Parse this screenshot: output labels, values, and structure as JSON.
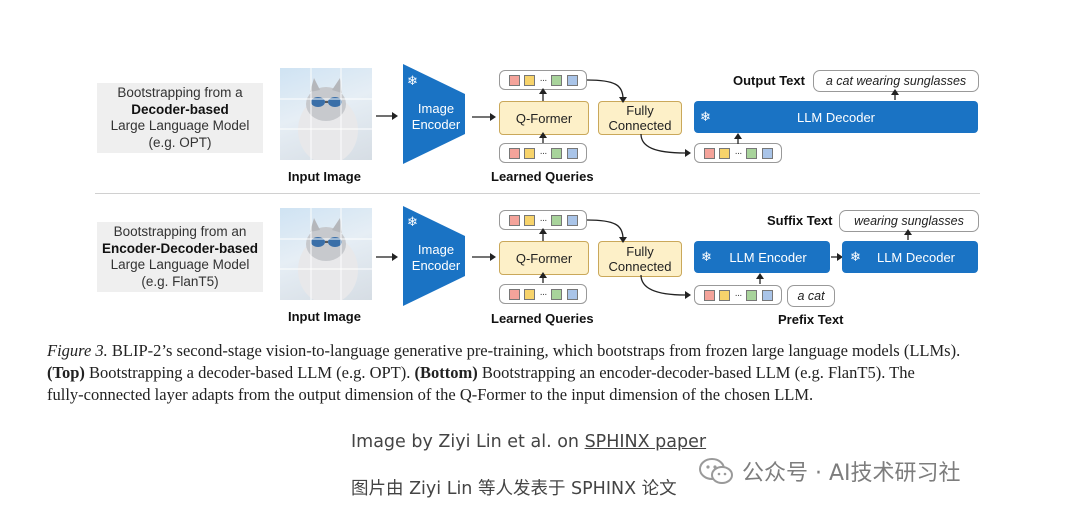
{
  "figure": {
    "top": {
      "label_lines": [
        "Bootstrapping from a",
        "Decoder-based",
        "Large Language Model",
        "(e.g. OPT)"
      ],
      "input_image_label": "Input Image",
      "image_encoder_label": [
        "Image",
        "Encoder"
      ],
      "qformer_label": "Q-Former",
      "learned_queries_label": "Learned Queries",
      "fully_connected_label": [
        "Fully",
        "Connected"
      ],
      "output_text_label": "Output Text",
      "output_text_value": "a cat wearing sunglasses",
      "llm_decoder_label": "LLM Decoder"
    },
    "bottom": {
      "label_lines": [
        "Bootstrapping from an",
        "Encoder-Decoder-based",
        "Large Language Model",
        "(e.g. FlanT5)"
      ],
      "input_image_label": "Input Image",
      "image_encoder_label": [
        "Image",
        "Encoder"
      ],
      "qformer_label": "Q-Former",
      "learned_queries_label": "Learned Queries",
      "fully_connected_label": [
        "Fully",
        "Connected"
      ],
      "suffix_text_label": "Suffix Text",
      "suffix_text_value": "wearing sunglasses",
      "llm_encoder_label": "LLM Encoder",
      "llm_decoder_label": "LLM Decoder",
      "prefix_text_label": "Prefix Text",
      "prefix_text_value": "a cat"
    },
    "token_dots": "···",
    "snowflake": "❄",
    "token_colors": [
      "#f4a39a",
      "#f7d36b",
      "#a8d39b",
      "#a9c4e8"
    ]
  },
  "caption": {
    "figure_label": "Figure 3.",
    "line1_rest": " BLIP-2’s second-stage vision-to-language generative pre-training, which bootstraps from frozen large language models (LLMs).",
    "top_bold": "(Top)",
    "line2_mid": " Bootstrapping a decoder-based LLM (e.g. OPT). ",
    "bottom_bold": "(Bottom)",
    "line2_rest": " Bootstrapping an encoder-decoder-based LLM (e.g. FlanT5). The",
    "line3": "fully-connected layer adapts from the output dimension of the Q-Former to the input dimension of the chosen LLM."
  },
  "credit": {
    "line1_prefix": "Image by Ziyi Lin et al. on ",
    "line1_link": "SPHINX paper",
    "line2": "图片由 Ziyi Lin 等人发表于 SPHINX 论文",
    "watermark": "公众号 · AI技术研习社"
  }
}
